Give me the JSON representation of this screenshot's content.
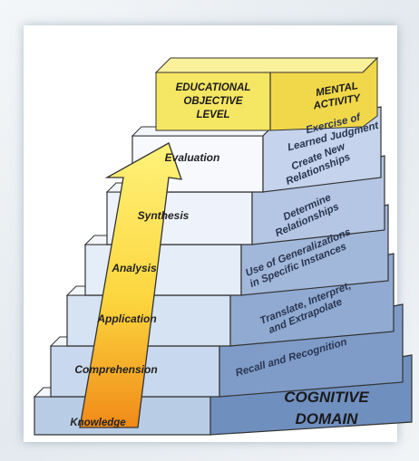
{
  "header": {
    "objective_lines": [
      "EDUCATIONAL",
      "OBJECTIVE",
      "LEVEL"
    ],
    "activity_lines": [
      "MENTAL",
      "ACTIVITY"
    ]
  },
  "levels": [
    {
      "name": "Knowledge",
      "activity": [
        "Recall and Recognition"
      ]
    },
    {
      "name": "Comprehension",
      "activity": [
        "Translate, Interpret,",
        "and Extrapolate"
      ]
    },
    {
      "name": "Application",
      "activity": [
        "Use of Generalizations",
        "in Specific Instances"
      ]
    },
    {
      "name": "Analysis",
      "activity": [
        "Determine",
        "Relationships"
      ]
    },
    {
      "name": "Synthesis",
      "activity": [
        "Create New",
        "Relationships"
      ]
    },
    {
      "name": "Evaluation",
      "activity": [
        "Exercise of",
        "Learned Judgment"
      ]
    }
  ],
  "domain_label": [
    "COGNITIVE",
    "DOMAIN"
  ],
  "colors": {
    "step_front": [
      "#b9cce6",
      "#c8d8ee",
      "#d6e3f3",
      "#e4edf8",
      "#eef3fb",
      "#f7f9fd"
    ],
    "step_side": [
      "#6f8fbf",
      "#7f9cc8",
      "#90aad1",
      "#a2b8da",
      "#b4c6e3",
      "#c5d3ec"
    ],
    "top_box": "#f5e663",
    "top_box_side": "#f1d84a",
    "arrow_top": "#fff27a",
    "arrow_bottom": "#f08a18"
  }
}
